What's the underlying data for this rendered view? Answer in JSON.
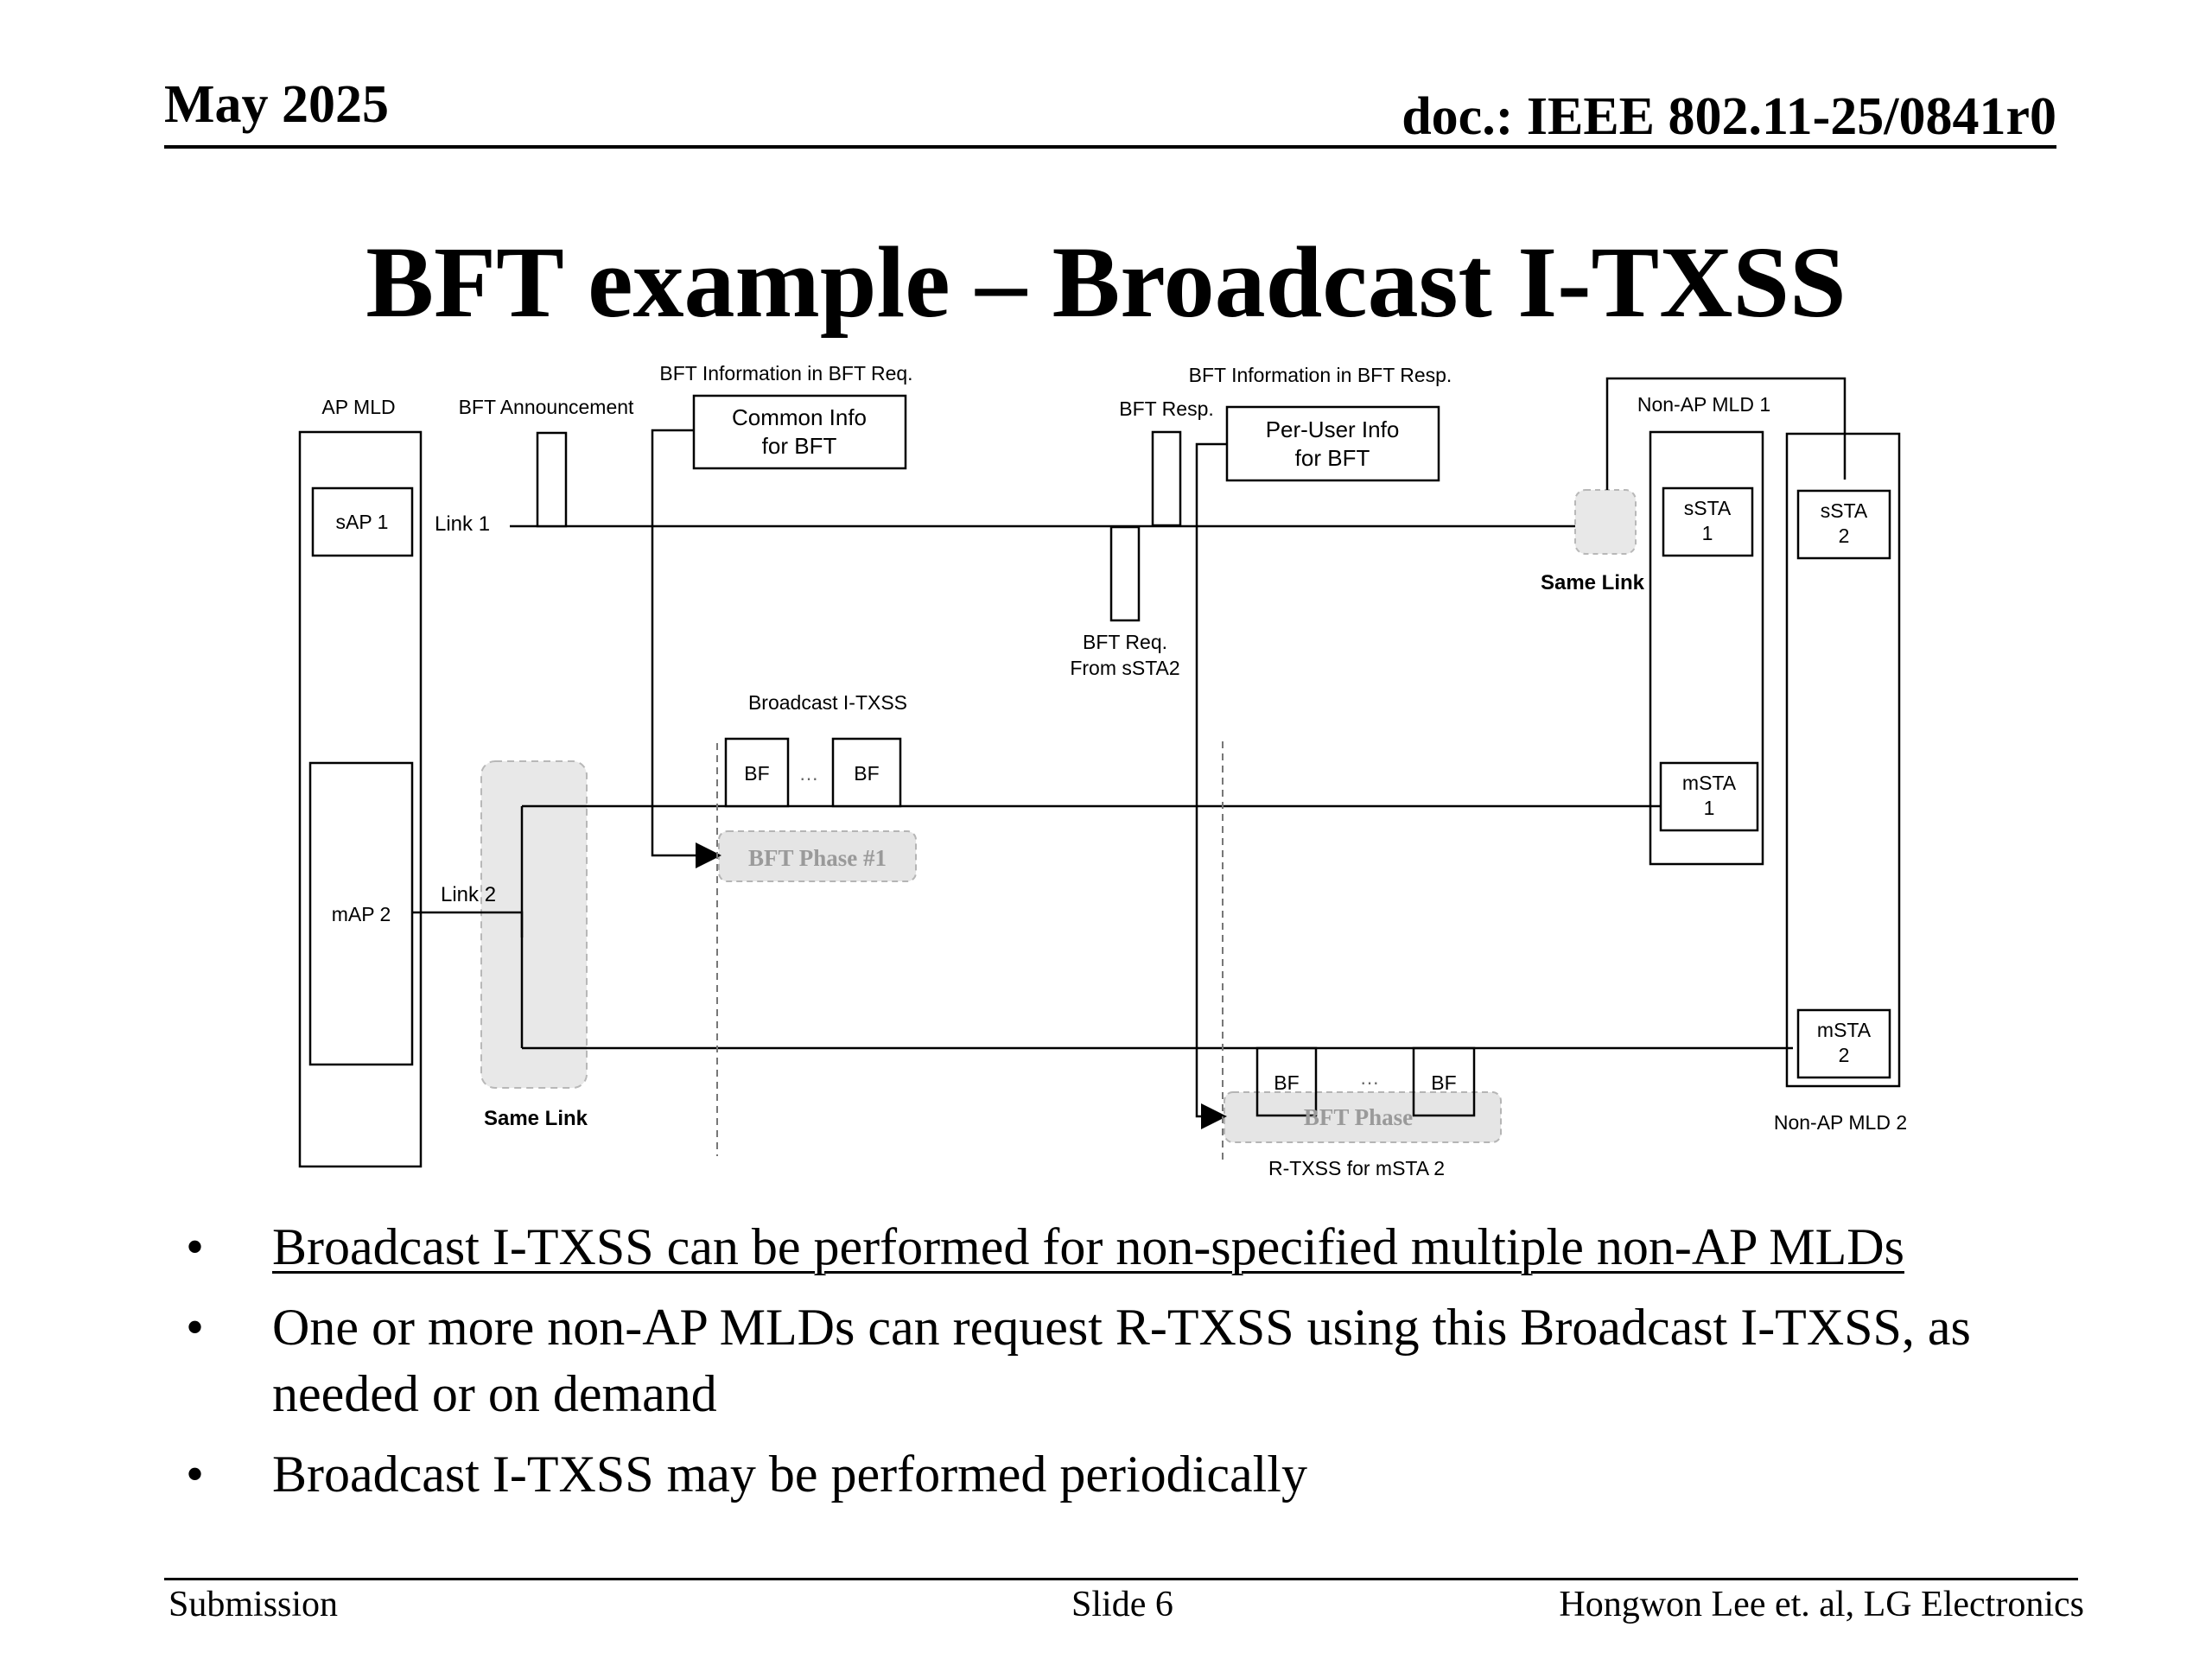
{
  "header": {
    "date": "May 2025",
    "doc": "doc.: IEEE 802.11-25/0841r0"
  },
  "title": "BFT example – Broadcast I-TXSS",
  "diagram": {
    "ap_mld": "AP MLD",
    "sap1": "sAP 1",
    "map2": "mAP 2",
    "link1": "Link 1",
    "link2": "Link 2",
    "bft_announcement": "BFT Announcement",
    "bft_info_req": "BFT Information in BFT Req.",
    "common_info_l1": "Common Info",
    "common_info_l2": "for BFT",
    "bft_resp": "BFT Resp.",
    "bft_info_resp": "BFT Information in BFT Resp.",
    "per_user_l1": "Per-User Info",
    "per_user_l2": "for BFT",
    "bft_req_l1": "BFT Req.",
    "bft_req_l2": "From sSTA2",
    "broadcast_itxss": "Broadcast I-TXSS",
    "bf": "BF",
    "ellipsis": "…",
    "bft_phase1": "BFT Phase #1",
    "bft_phase": "BFT Phase",
    "rtxss": "R-TXSS for mSTA 2",
    "same_link": "Same Link",
    "non_ap_mld1": "Non-AP MLD 1",
    "non_ap_mld2": "Non-AP MLD 2",
    "ssta1_l1": "sSTA",
    "ssta1_l2": "1",
    "ssta2_l1": "sSTA",
    "ssta2_l2": "2",
    "msta1_l1": "mSTA",
    "msta1_l2": "1",
    "msta2_l1": "mSTA",
    "msta2_l2": "2"
  },
  "bullets": [
    "Broadcast I-TXSS can be performed for non-specified multiple non-AP MLDs",
    "One or more non-AP MLDs can request R-TXSS using this Broadcast I-TXSS, as needed or on demand",
    "Broadcast I-TXSS may be performed periodically"
  ],
  "bullet_char": "•",
  "footer": {
    "left": "Submission",
    "center": "Slide 6",
    "right": "Hongwon Lee et. al, LG Electronics"
  }
}
